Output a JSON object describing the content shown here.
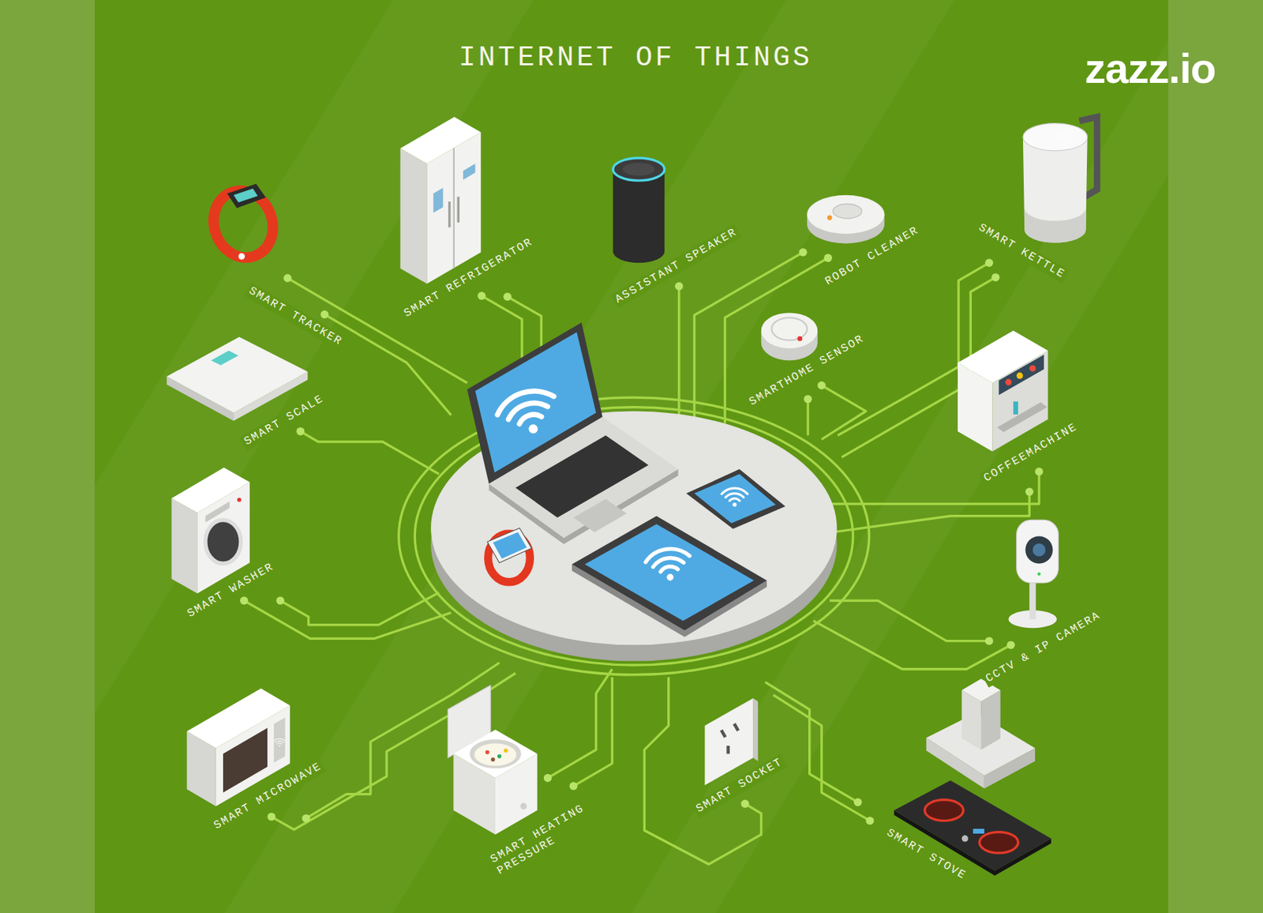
{
  "diagram": {
    "title": "INTERNET OF THINGS",
    "labels": [
      "zazz.io",
      "SMART TRACKER",
      "SMART REFRIGERATOR",
      "ASSISTANT SPEAKER",
      "ROBOT CLEANER",
      "SMART KETTLE",
      "SMARTHOME SENSOR",
      "SMART SCALE",
      "COFFEEMACHINE",
      "SMART WASHER",
      "CCTV & IP CAMERA",
      "SMART MICROWAVE",
      "SMART HEATING PRESSURE",
      "SMART SOCKET",
      "SMART STOVE"
    ]
  }
}
